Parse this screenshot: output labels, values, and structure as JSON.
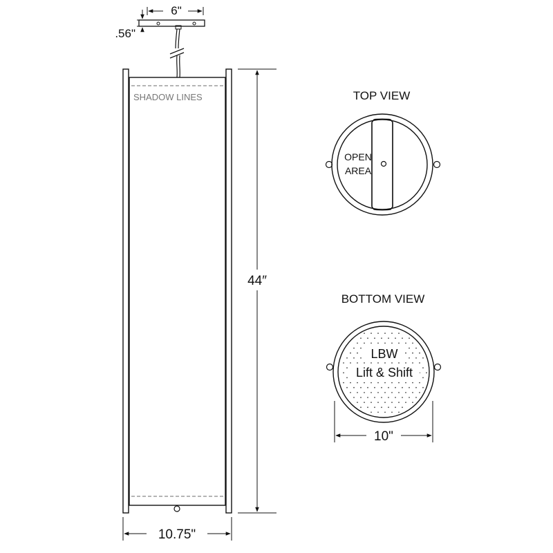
{
  "colors": {
    "line": "#111111",
    "panel_fill": "#ffffff",
    "shadow_line": "#888888",
    "dots": "#444444",
    "background": "#ffffff"
  },
  "dimensions": {
    "canopy_width": "6\"",
    "canopy_height": ".56\"",
    "fixture_height": "44″",
    "fixture_width": "10.75\"",
    "bottom_diameter": "10\""
  },
  "side_view": {
    "shadow_label": "SHADOW LINES"
  },
  "top_view": {
    "title": "TOP VIEW",
    "open_area_line1": "OPEN",
    "open_area_line2": "AREA"
  },
  "bottom_view": {
    "title": "BOTTOM VIEW",
    "lens_line1": "LBW",
    "lens_line2": "Lift & Shift"
  }
}
